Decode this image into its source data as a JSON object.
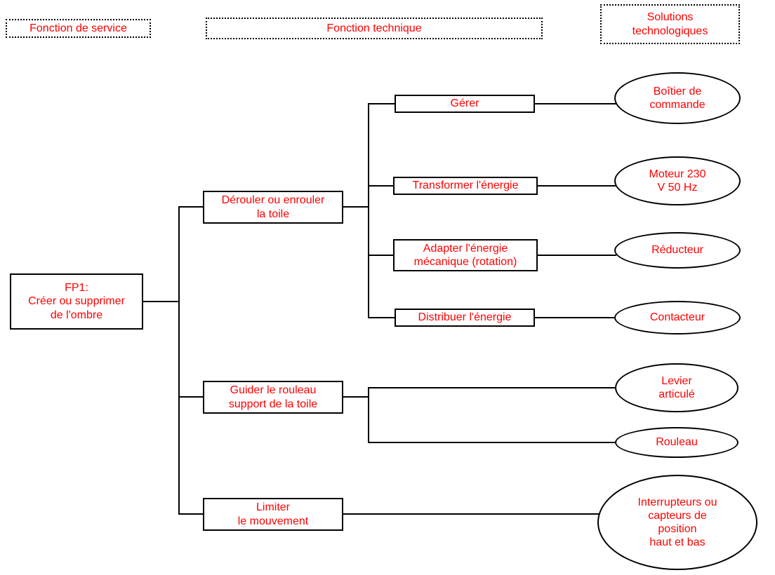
{
  "colors": {
    "text_red": "#ff0000",
    "line_black": "#000000",
    "background": "#ffffff"
  },
  "column_headers": {
    "service": "Fonction de service",
    "technique": "Fonction technique",
    "solutions": "Solutions\ntechnologiques"
  },
  "service_function": {
    "fp1": "FP1:\nCréer ou supprimer\nde l'ombre"
  },
  "technical_functions": [
    {
      "label": "Dérouler ou enrouler\nla toile"
    },
    {
      "label": "Guider le rouleau\nsupport de la toile"
    },
    {
      "label": "Limiter\nle mouvement"
    }
  ],
  "sub_functions": [
    {
      "label": "Gérer"
    },
    {
      "label": "Transformer l'énergie"
    },
    {
      "label": "Adapter l'énergie\nmécanique (rotation)"
    },
    {
      "label": "Distribuer l'énergie"
    }
  ],
  "solutions": [
    {
      "label": "Boîtier de\ncommande"
    },
    {
      "label": "Moteur 230\nV 50 Hz"
    },
    {
      "label": "Réducteur"
    },
    {
      "label": "Contacteur"
    },
    {
      "label": "Levier\narticulé"
    },
    {
      "label": "Rouleau"
    },
    {
      "label": "Interrupteurs ou\ncapteurs de\nposition\nhaut et bas"
    }
  ]
}
